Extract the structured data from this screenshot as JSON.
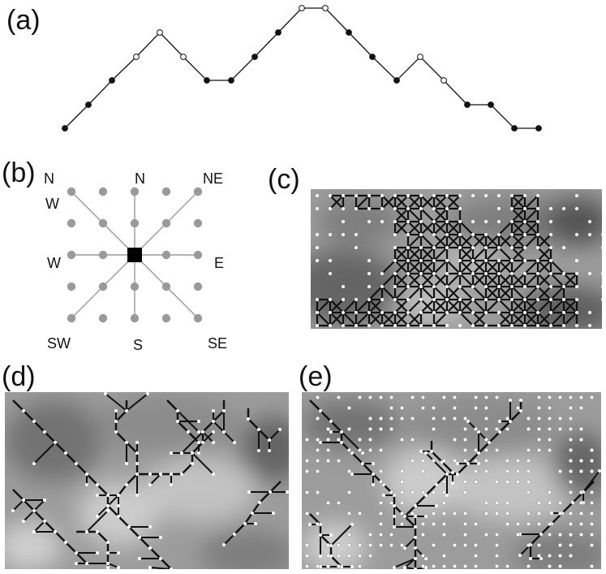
{
  "panels": {
    "a": {
      "label": "(a)"
    },
    "b": {
      "label": "(b)"
    },
    "c": {
      "label": "(c)"
    },
    "d": {
      "label": "(d)"
    },
    "e": {
      "label": "(e)"
    }
  },
  "directions": {
    "N_top": "N",
    "NW_n": "N",
    "NW_w": "W",
    "NE": "NE",
    "W": "W",
    "E": "E",
    "SW": "SW",
    "S": "S",
    "SE": "SE"
  },
  "colors": {
    "line": "#111111",
    "filled_node": "#111111",
    "open_node": "#ffffff",
    "grid_node": "#9a9a9a",
    "center_node": "#000000",
    "map_dark": "#6a6a6a",
    "map_light": "#d8d8d8"
  }
}
